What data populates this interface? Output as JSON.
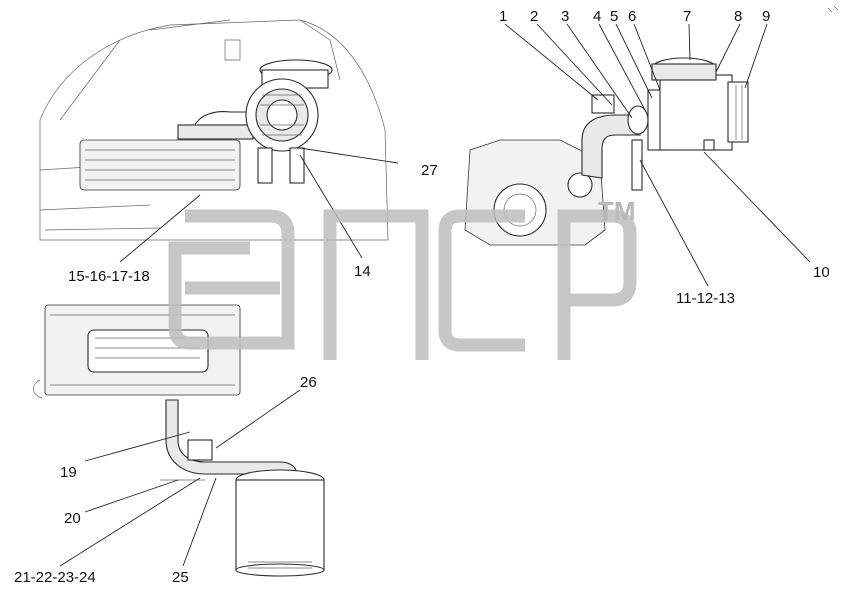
{
  "callouts": {
    "c1": "1",
    "c2": "2",
    "c3": "3",
    "c4": "4",
    "c5": "5",
    "c6": "6",
    "c7": "7",
    "c8": "8",
    "c9": "9",
    "c10": "10",
    "c11_13": "11-12-13",
    "c14": "14",
    "c15_18": "15-16-17-18",
    "c19": "19",
    "c20": "20",
    "c21_24": "21-22-23-24",
    "c25": "25",
    "c26": "26",
    "c27": "27"
  },
  "watermark": {
    "tm": "TM"
  },
  "colors": {
    "line": "#222222",
    "watermark": "#bdbdbd",
    "background": "#ffffff"
  }
}
